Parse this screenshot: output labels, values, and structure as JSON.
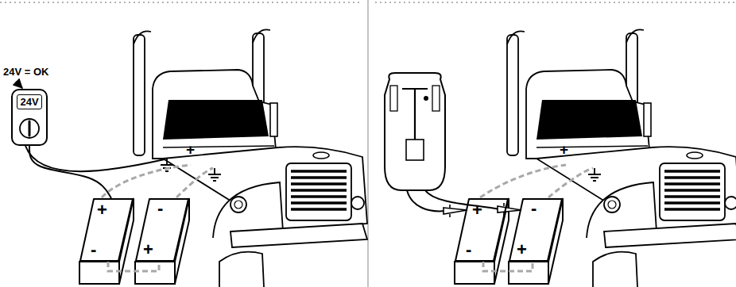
{
  "diagram": {
    "nodes": [
      {
        "text": [
          "24V"
        ]
      },
      {
        "text": [
          "+",
          "-"
        ]
      },
      {
        "text": [
          "-",
          "+"
        ]
      },
      {
        "text": [
          "+",
          "-"
        ]
      },
      {
        "text": [
          "-",
          "+"
        ]
      }
    ],
    "edges": [
      {
        "from": 0,
        "to": 1,
        "arrow": "none"
      },
      {
        "from": 1,
        "to": 2,
        "arrow": "none"
      },
      {
        "from": 3,
        "to": 4,
        "arrow": "none"
      }
    ],
    "labels": [
      "24V = OK",
      "+",
      "+"
    ]
  }
}
